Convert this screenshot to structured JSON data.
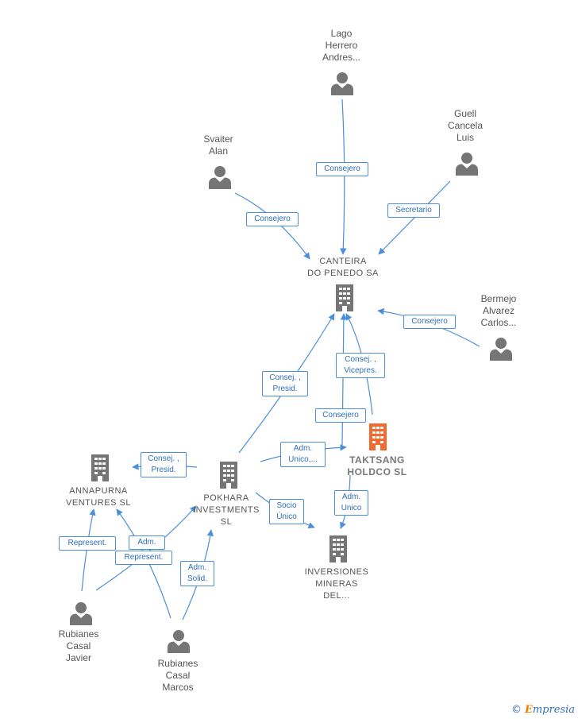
{
  "colors": {
    "edge": "#4a8fd8",
    "person_icon": "#757575",
    "company_icon": "#757575",
    "focus_icon": "#f26a30",
    "label_text": "#555555"
  },
  "nodes": {
    "lago": {
      "label": "Lago\nHerrero\nAndres...",
      "icon": "person-icon"
    },
    "guell": {
      "label": "Guell\nCancela\nLuis",
      "icon": "person-icon"
    },
    "svaiter": {
      "label": "Svaiter\nAlan",
      "icon": "person-icon"
    },
    "canteira": {
      "label": "CANTEIRA\nDO PENEDO SA",
      "icon": "building-icon"
    },
    "bermejo": {
      "label": "Bermejo\nAlvarez\nCarlos...",
      "icon": "person-icon"
    },
    "taktsang": {
      "label": "TAKTSANG\nHOLDCO SL",
      "icon": "building-icon"
    },
    "annapurna": {
      "label": "ANNAPURNA\nVENTURES SL",
      "icon": "building-icon"
    },
    "pokhara": {
      "label": "POKHARA\nINVESTMENTS\nSL",
      "icon": "building-icon"
    },
    "inversiones": {
      "label": "INVERSIONES\nMINERAS\nDEL...",
      "icon": "building-icon"
    },
    "javier": {
      "label": "Rubianes\nCasal\nJavier",
      "icon": "person-icon"
    },
    "marcos": {
      "label": "Rubianes\nCasal\nMarcos",
      "icon": "person-icon"
    }
  },
  "edges": {
    "lago_canteira": "Consejero",
    "guell_canteira": "Secretario",
    "svaiter_canteira": "Consejero",
    "bermejo_canteira": "Consejero",
    "taktsang_canteira_a": "Consej. ,\nVicepres.",
    "taktsang_canteira_b": "Consejero",
    "pokhara_canteira": "Consej. ,\nPresid.",
    "pokhara_annapurna": "Consej. ,\nPresid.",
    "pokhara_taktsang": "Adm.\nUnico,...",
    "taktsang_inversiones": "Adm.\nUnico",
    "pokhara_inversiones": "Socio\nÚnico",
    "javier_annapurna": "Represent.",
    "javier_pokhara": "Adm.",
    "marcos_annapurna": "Represent.",
    "marcos_pokhara": "Adm.\nSolid."
  },
  "brand": {
    "copyright": "©",
    "name_first": "E",
    "name_rest": "mpresia"
  }
}
